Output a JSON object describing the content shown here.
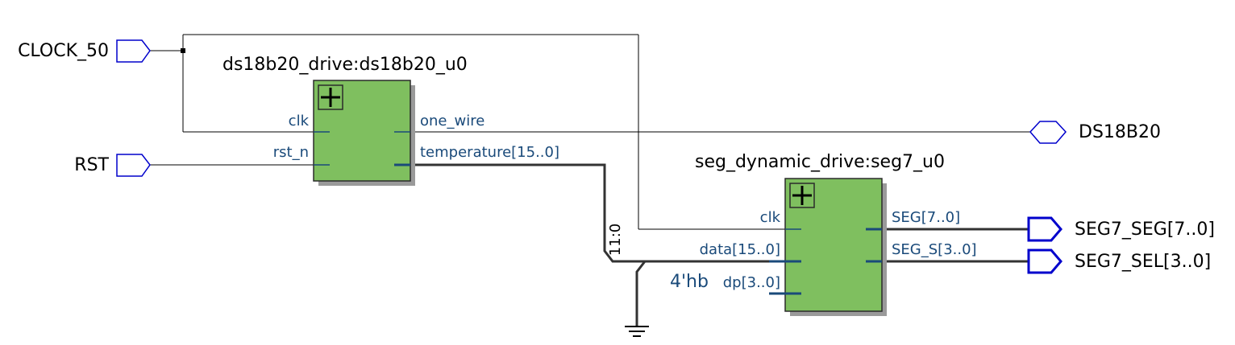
{
  "ports": {
    "clock_50": "CLOCK_50",
    "rst": "RST",
    "ds18b20": "DS18B20",
    "seg7_seg": "SEG7_SEG[7..0]",
    "seg7_sel": "SEG7_SEL[3..0]"
  },
  "ds18b20_inst": {
    "name": "ds18b20_drive:ds18b20_u0",
    "pins": {
      "clk": "clk",
      "rst_n": "rst_n",
      "one_wire": "one_wire",
      "temperature": "temperature[15..0]"
    }
  },
  "seg7_inst": {
    "name": "seg_dynamic_drive:seg7_u0",
    "pins": {
      "clk": "clk",
      "data": "data[15..0]",
      "dp": "dp[3..0]",
      "seg": "SEG[7..0]",
      "seg_s": "SEG_S[3..0]"
    }
  },
  "bus_slice": "11:0",
  "constant": "4'hb",
  "colors": {
    "block_fill": "#7fbf5f",
    "port_outline": "#0000cc",
    "pin_text": "#1a4a7a"
  },
  "icons": {
    "expand": "plus-icon",
    "ground": "ground-icon"
  }
}
